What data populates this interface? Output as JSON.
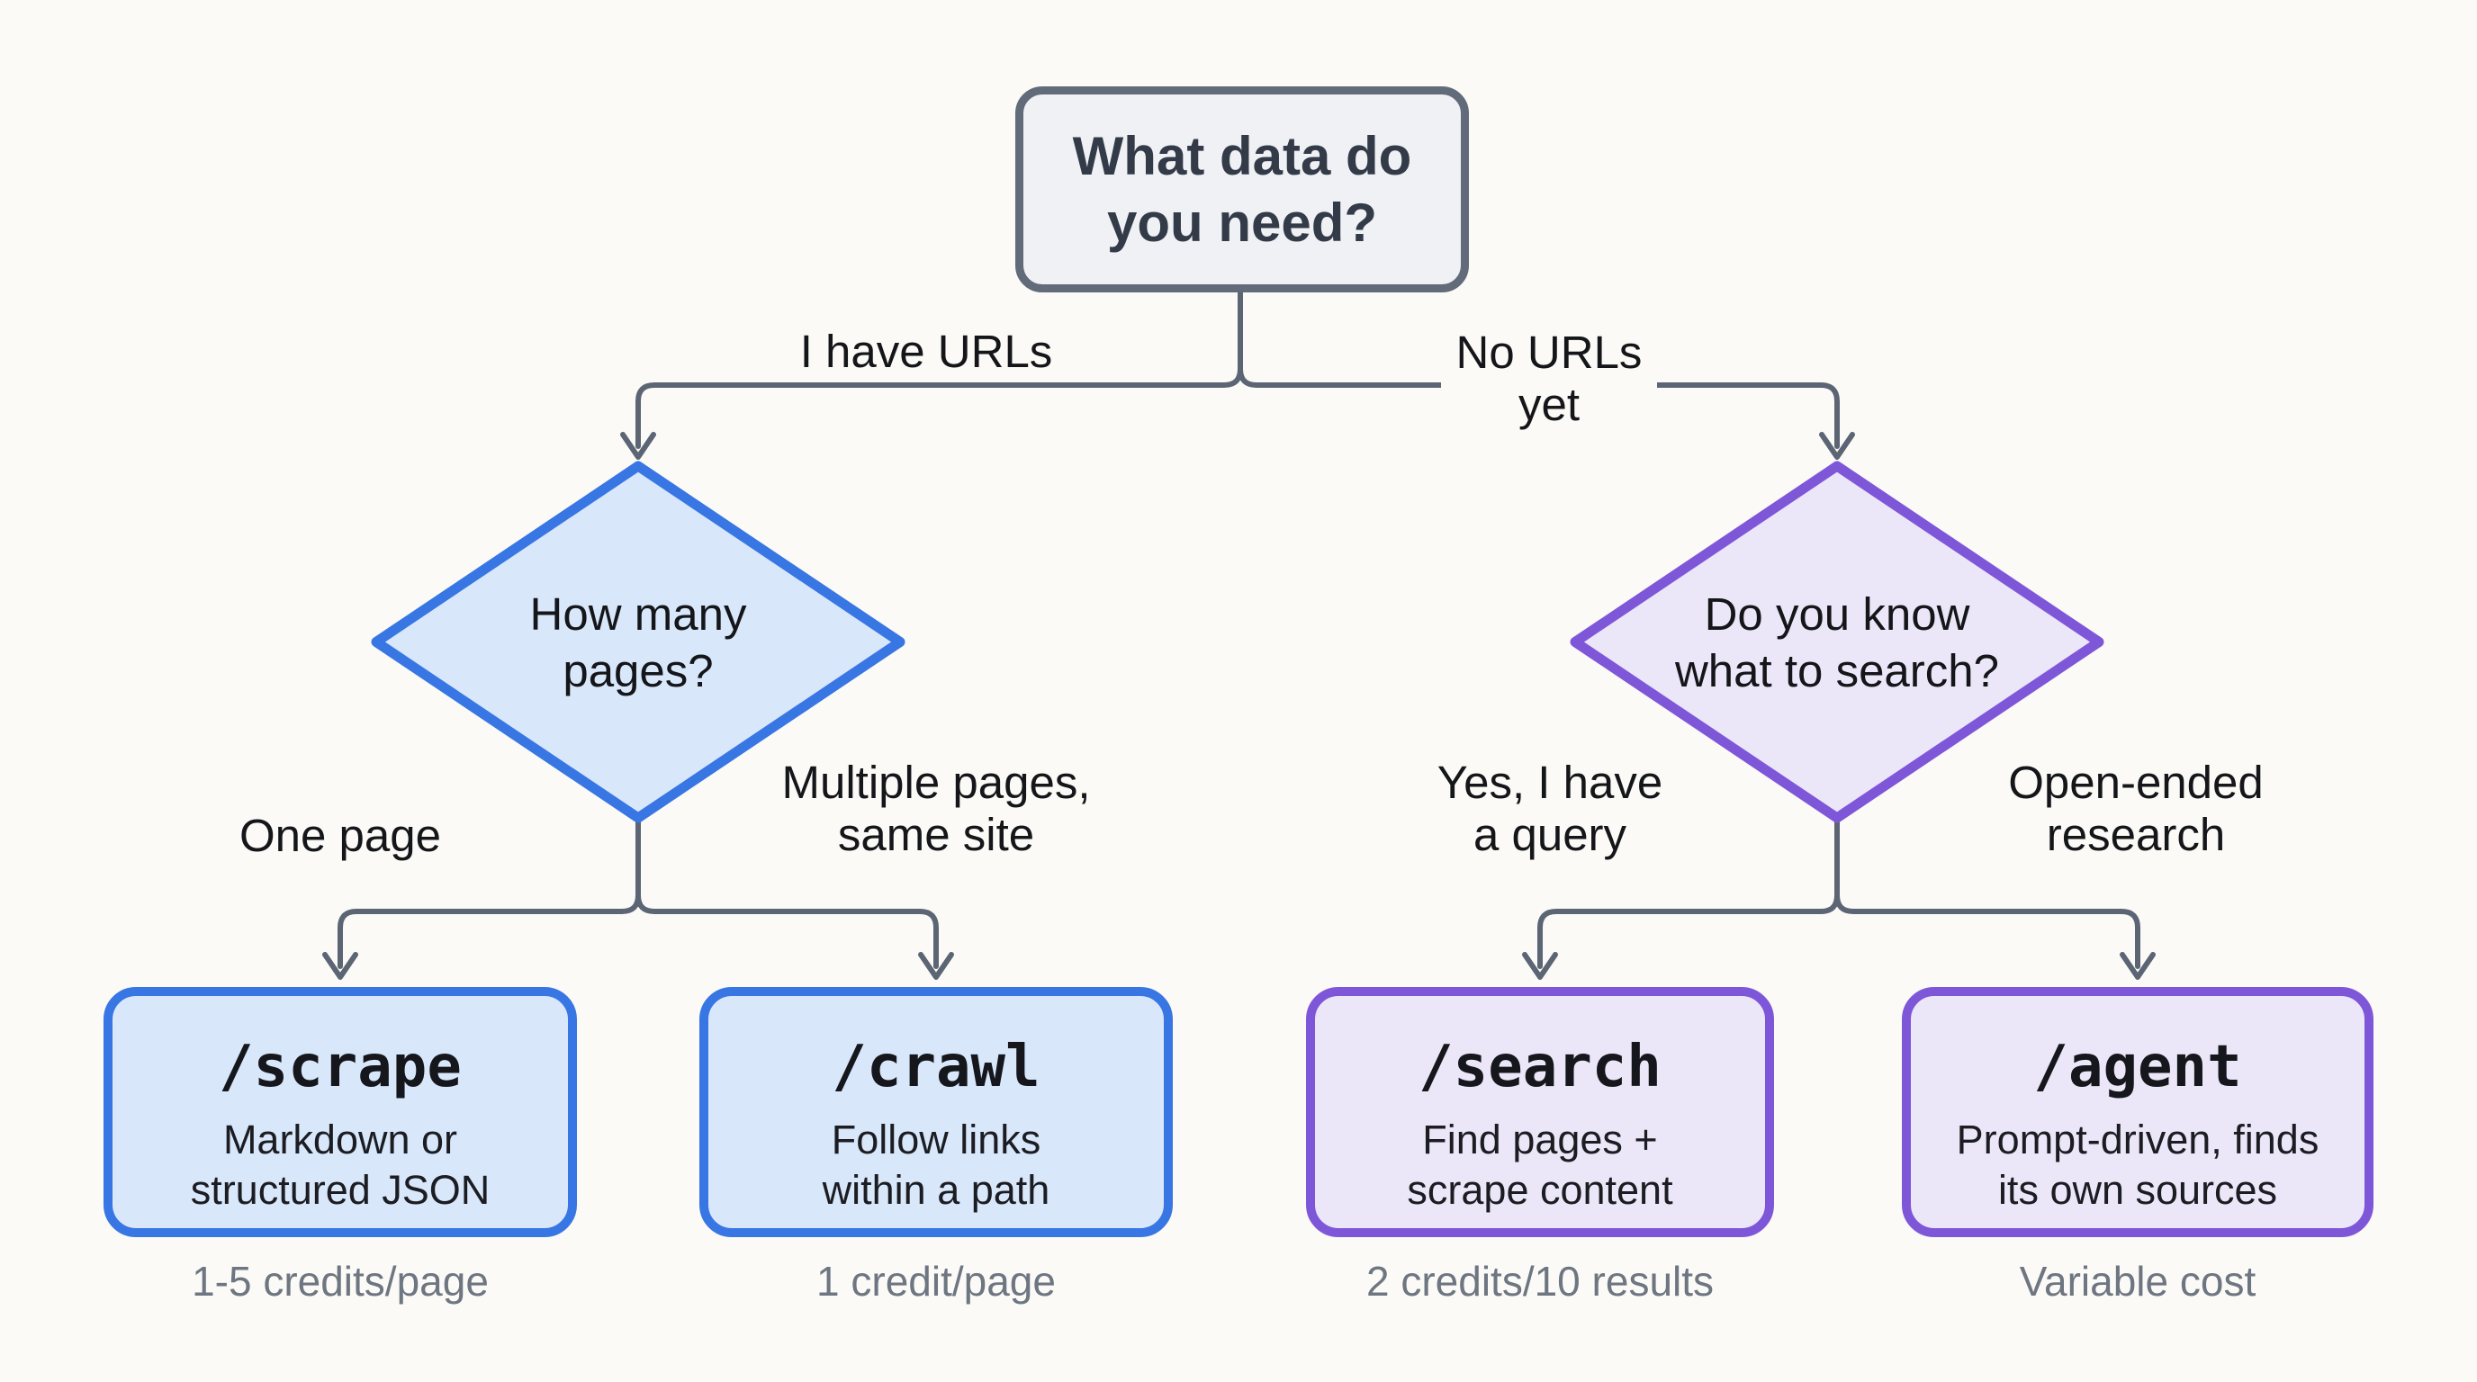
{
  "root": {
    "line1": "What data do",
    "line2": "you need?"
  },
  "edges": {
    "have_urls": {
      "line1": "I have URLs"
    },
    "no_urls": {
      "line1": "No URLs",
      "line2": "yet"
    },
    "one_page": {
      "line1": "One page"
    },
    "multiple_pages": {
      "line1": "Multiple pages,",
      "line2": "same site"
    },
    "have_query": {
      "line1": "Yes, I have",
      "line2": "a query"
    },
    "open_ended": {
      "line1": "Open-ended",
      "line2": "research"
    }
  },
  "decisions": {
    "pages": {
      "line1": "How many",
      "line2": "pages?"
    },
    "search": {
      "line1": "Do you know",
      "line2": "what to search?"
    }
  },
  "endpoints": [
    {
      "name": "/scrape",
      "desc1": "Markdown or",
      "desc2": "structured JSON",
      "cost": "1-5 credits/page"
    },
    {
      "name": "/crawl",
      "desc1": "Follow links",
      "desc2": "within a path",
      "cost": "1 credit/page"
    },
    {
      "name": "/search",
      "desc1": "Find pages +",
      "desc2": "scrape content",
      "cost": "2 credits/10 results"
    },
    {
      "name": "/agent",
      "desc1": "Prompt-driven, finds",
      "desc2": "its own sources",
      "cost": "Variable cost"
    }
  ],
  "colors": {
    "background": "#fbfaf7",
    "connector": "#5c6574",
    "root_border": "#626b79",
    "root_fill": "#f0f1f4",
    "root_text": "#333b49",
    "blue_border": "#3876e3",
    "blue_fill": "#d9e7fb",
    "purple_border": "#7e57d9",
    "purple_fill": "#ece7f8",
    "label_text": "#141619",
    "cost_text": "#6e7681"
  }
}
